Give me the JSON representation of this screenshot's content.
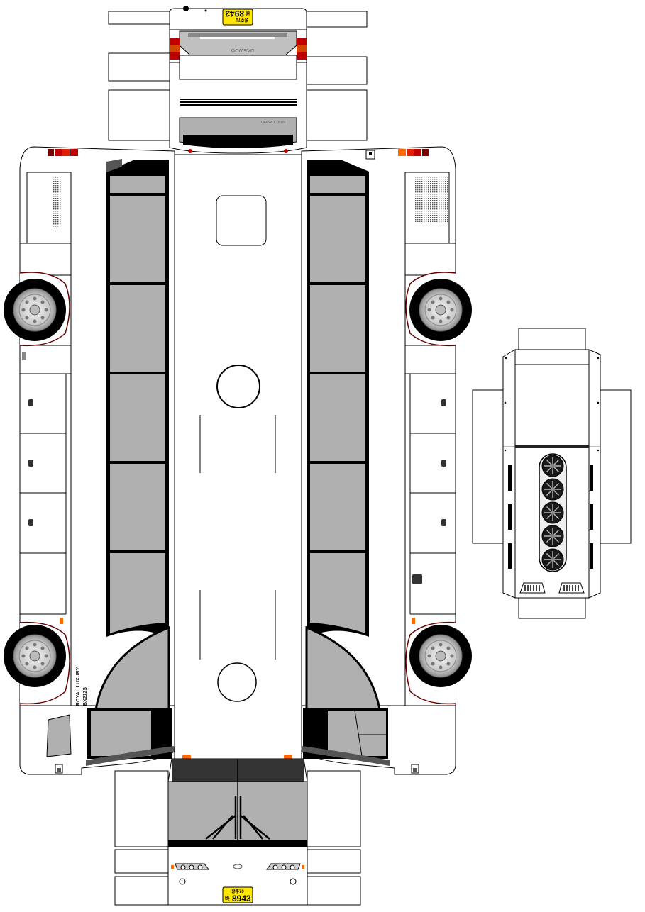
{
  "plate": {
    "region": "광주70",
    "mark": "바",
    "number": "8943"
  },
  "brand": {
    "rear_logo": "DAEWOO",
    "rear_badge": "DAEWOO BUS"
  },
  "side_text": {
    "series": "ROYAL LUXURY",
    "model": "BX212S"
  },
  "colors": {
    "body": "#ffffff",
    "glass": "#b0b0b0",
    "outline": "#000000",
    "plate": "#ffe500",
    "tail_light_red": "#c00000",
    "marker_orange": "#ff6a00"
  },
  "icons": [
    "wheel-icon",
    "roof-hatch-icon",
    "radiator-fan-icon",
    "headlight-icon",
    "vent-grille-icon"
  ]
}
